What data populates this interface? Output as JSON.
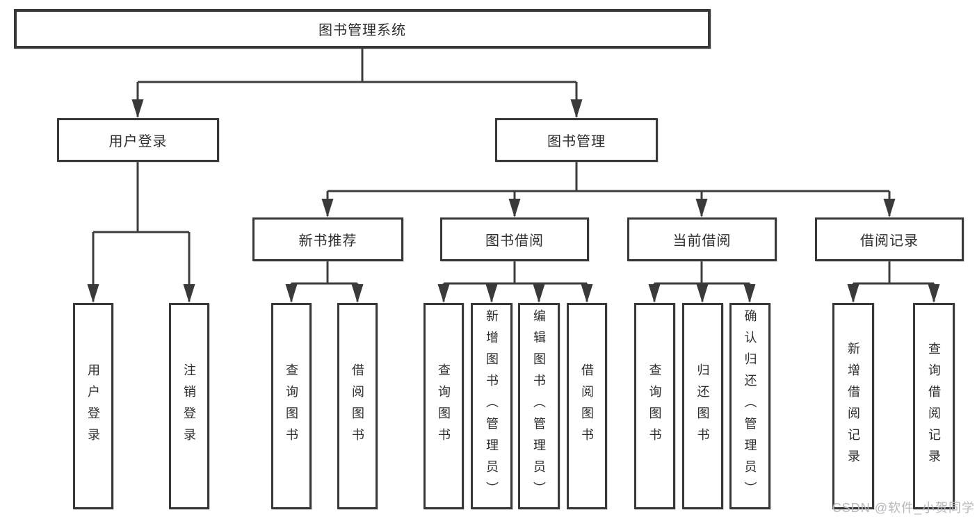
{
  "diagram_title": "图书管理系统",
  "watermark": "CSDN @软件_小贺同学",
  "colors": {
    "background": "#ffffff",
    "line": "#3d3d3d",
    "box_border": "#383838",
    "text": "#2e2e2e",
    "watermark": "#b5b7bb"
  },
  "nodes": {
    "root": {
      "label": "图书管理系统"
    },
    "user_login": {
      "label": "用户登录"
    },
    "book_mgmt": {
      "label": "图书管理"
    },
    "new_books": {
      "label": "新书推荐"
    },
    "book_borrow": {
      "label": "图书借阅"
    },
    "current_borrow": {
      "label": "当前借阅"
    },
    "borrow_records": {
      "label": "借阅记录"
    },
    "leaf_user_login": {
      "label": "用户登录"
    },
    "leaf_logout": {
      "label": "注销登录"
    },
    "leaf_nb_query": {
      "label": "查询图书"
    },
    "leaf_nb_borrow": {
      "label": "借阅图书"
    },
    "leaf_bb_query": {
      "label": "查询图书"
    },
    "leaf_bb_add": {
      "label": "新增图书（管理员）"
    },
    "leaf_bb_edit": {
      "label": "编辑图书（管理员）"
    },
    "leaf_bb_borrow": {
      "label": "借阅图书"
    },
    "leaf_cb_query": {
      "label": "查询图书"
    },
    "leaf_cb_return": {
      "label": "归还图书"
    },
    "leaf_cb_confirm": {
      "label": "确认归还（管理员）"
    },
    "leaf_br_add": {
      "label": "新增借阅记录"
    },
    "leaf_br_query": {
      "label": "查询借阅记录"
    }
  },
  "hierarchy": {
    "root": [
      "user_login",
      "book_mgmt"
    ],
    "user_login": [
      "leaf_user_login",
      "leaf_logout"
    ],
    "book_mgmt": [
      "new_books",
      "book_borrow",
      "current_borrow",
      "borrow_records"
    ],
    "new_books": [
      "leaf_nb_query",
      "leaf_nb_borrow"
    ],
    "book_borrow": [
      "leaf_bb_query",
      "leaf_bb_add",
      "leaf_bb_edit",
      "leaf_bb_borrow"
    ],
    "current_borrow": [
      "leaf_cb_query",
      "leaf_cb_return",
      "leaf_cb_confirm"
    ],
    "borrow_records": [
      "leaf_br_add",
      "leaf_br_query"
    ]
  }
}
